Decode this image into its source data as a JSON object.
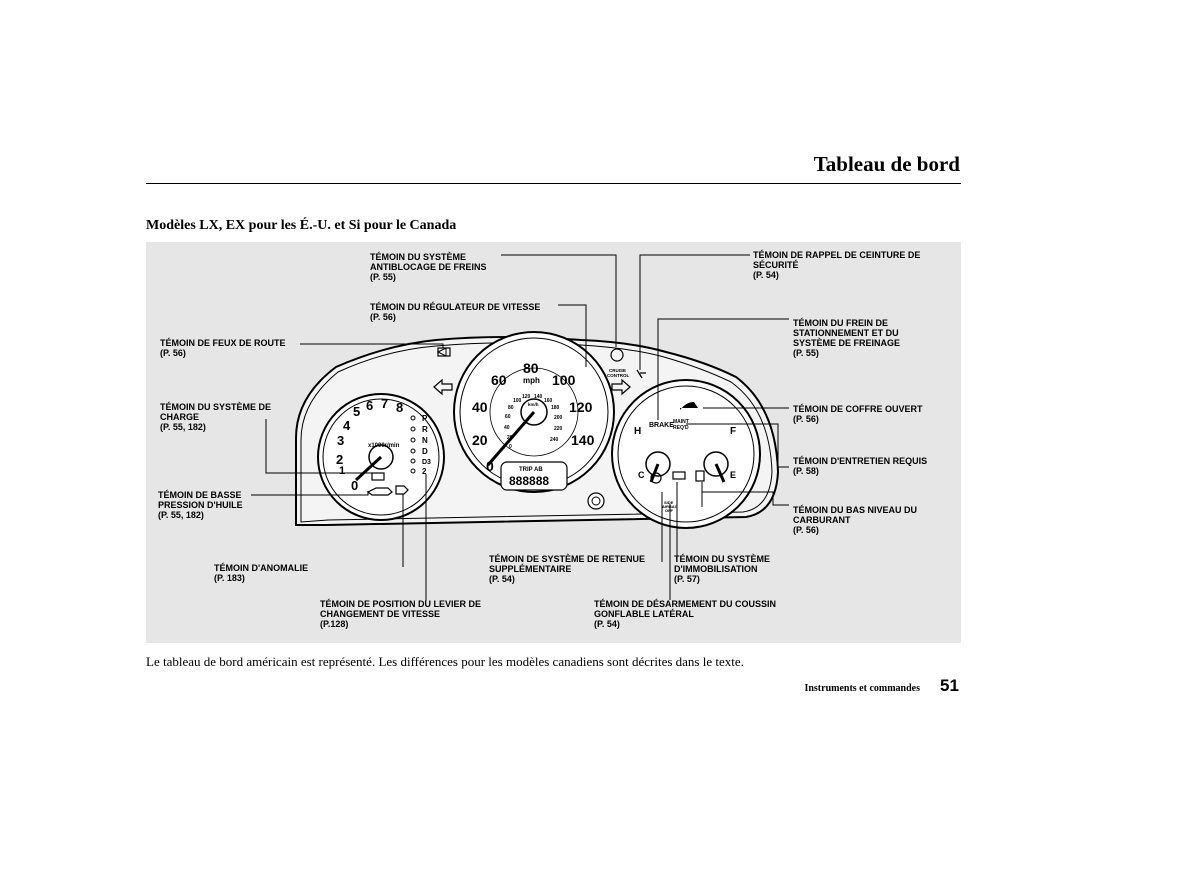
{
  "header": {
    "title": "Tableau de bord"
  },
  "subtitle": "Modèles LX, EX pour les É.-U. et Si pour le Canada",
  "callouts": {
    "abs": "TÉMOIN DU SYSTÈME\nANTIBLOCAGE DE FREINS\n(P. 55)",
    "cruise": "TÉMOIN DU RÉGULATEUR DE VITESSE\n(P. 56)",
    "high_beam": "TÉMOIN DE FEUX DE ROUTE\n(P. 56)",
    "charge": "TÉMOIN DU SYSTÈME DE\nCHARGE\n(P. 55, 182)",
    "oil": "TÉMOIN DE BASSE\nPRESSION D'HUILE\n(P. 55, 182)",
    "malfunction": "TÉMOIN D'ANOMALIE\n(P. 183)",
    "shift_position": "TÉMOIN DE POSITION DU LEVIER DE\nCHANGEMENT DE VITESSE\n(P.128)",
    "srs": "TÉMOIN DE SYSTÈME DE RETENUE\nSUPPLÉMENTAIRE\n(P. 54)",
    "side_airbag": "TÉMOIN DE DÉSARMEMENT DU COUSSIN\nGONFLABLE LATÉRAL\n(P. 54)",
    "immobilizer": "TÉMOIN DU SYSTÈME\nD'IMMOBILISATION\n(P. 57)",
    "low_fuel": "TÉMOIN DU BAS NIVEAU DU\nCARBURANT\n(P. 56)",
    "maintenance": "TÉMOIN D'ENTRETIEN REQUIS\n(P. 58)",
    "trunk": "TÉMOIN DE COFFRE OUVERT\n(P. 56)",
    "parking_brake": "TÉMOIN DU FREIN DE\nSTATIONNEMENT ET DU\nSYSTÈME DE FREINAGE\n(P. 55)",
    "seatbelt": "TÉMOIN DE RAPPEL DE CEINTURE DE\nSÉCURITÉ\n(P. 54)"
  },
  "gauges": {
    "tach_numbers": [
      "0",
      "1",
      "2",
      "3",
      "4",
      "5",
      "6",
      "7",
      "8"
    ],
    "tach_unit": "x1000r/min",
    "gear_letters": [
      "P",
      "R",
      "N",
      "D",
      "D3",
      "2"
    ],
    "mph_numbers": [
      "0",
      "20",
      "40",
      "60",
      "80",
      "100",
      "120",
      "140"
    ],
    "mph_unit": "mph",
    "kmh_numbers": [
      "0",
      "20",
      "40",
      "60",
      "80",
      "100",
      "120",
      "140",
      "160",
      "180",
      "200",
      "220",
      "240"
    ],
    "kmh_unit": "km/h",
    "trip_label": "TRIP AB",
    "odometer": "888888",
    "cruise_text_1": "CRUISE",
    "cruise_text_2": "CONTROL",
    "brake_label": "BRAKE",
    "maint_label_1": "MAINT",
    "maint_label_2": "REQ'D",
    "temp_hot": "H",
    "temp_cold": "C",
    "fuel_full": "F",
    "fuel_empty": "E",
    "side_airbag_text_1": "SIDE",
    "side_airbag_text_2": "AIRBAG",
    "side_airbag_text_3": "OFF"
  },
  "caption": "Le tableau de bord américain est représenté. Les différences pour les modèles canadiens sont décrites dans le texte.",
  "footer": {
    "section": "Instruments et commandes",
    "page_number": "51"
  }
}
